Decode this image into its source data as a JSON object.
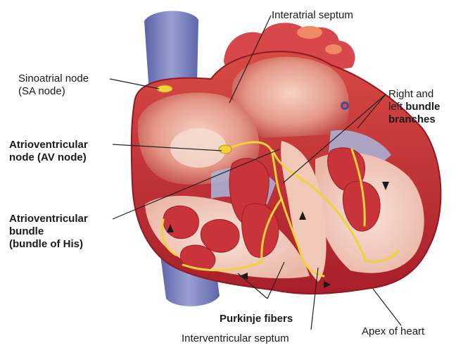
{
  "labels": {
    "interatrial_septum": "Interatrial septum",
    "sa_node": {
      "line1": "Sinoatrial node",
      "line2": "(SA node)"
    },
    "bundle_branches": {
      "line1": "Right and",
      "line2_plain": "left ",
      "line2_bold": "bundle",
      "line3": "branches"
    },
    "av_node": {
      "line1": "Atrioventricular",
      "line2": "node (AV node)"
    },
    "av_bundle": {
      "line1": "Atrioventricular",
      "line2": "bundle",
      "line3": "(bundle of His)"
    },
    "purkinje_fibers": "Purkinje fibers",
    "interventricular_septum": "Interventricular septum",
    "apex_of_heart": "Apex of heart"
  },
  "colors": {
    "myocardium": "#c8343a",
    "myocardium_light": "#e8837a",
    "chamber_pink": "#f2b7a8",
    "interior_pale": "#f6d9cf",
    "vein_blue": "#7f86c0",
    "valve_blue": "#9fb0d8",
    "conduction_yellow": "#f0d23a",
    "leader_line": "#222222"
  }
}
